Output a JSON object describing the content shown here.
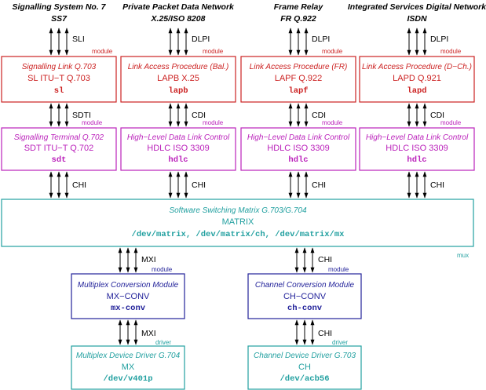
{
  "colors": {
    "red": "#cc2222",
    "magenta": "#bb22bb",
    "teal": "#22a0a0",
    "blue": "#22229a",
    "arrow": "#000000"
  },
  "headers": [
    {
      "title": "Signalling System No. 7",
      "subtitle": "SS7"
    },
    {
      "title": "Private Packet Data Network",
      "subtitle": "X.25/ISO 8208"
    },
    {
      "title": "Frame Relay",
      "subtitle": "FR Q.922"
    },
    {
      "title": "Integrated Services Digital Network",
      "subtitle": "ISDN"
    }
  ],
  "link_modules": [
    {
      "line1": "Signalling Link Q.703",
      "line2": "SL ITU−T Q.703",
      "code": "sl"
    },
    {
      "line1": "Link Access Procedure (Bal.)",
      "line2": "LAPB X.25",
      "code": "lapb"
    },
    {
      "line1": "Link Access Procedure (FR)",
      "line2": "LAPF Q.922",
      "code": "lapf"
    },
    {
      "line1": "Link Access Procedure (D−Ch.)",
      "line2": "LAPD Q.921",
      "code": "lapd"
    }
  ],
  "hdlc_modules": [
    {
      "line1": "Signalling Terminal Q.702",
      "line2": "SDT ITU−T Q.702",
      "code": "sdt"
    },
    {
      "line1": "High−Level Data Link Control",
      "line2": "HDLC ISO 3309",
      "code": "hdlc"
    },
    {
      "line1": "High−Level Data Link Control",
      "line2": "HDLC ISO 3309",
      "code": "hdlc"
    },
    {
      "line1": "High−Level Data Link Control",
      "line2": "HDLC ISO 3309",
      "code": "hdlc"
    }
  ],
  "interfaces_top": [
    {
      "name": "SLI",
      "tag": "module"
    },
    {
      "name": "DLPI",
      "tag": "module"
    },
    {
      "name": "DLPI",
      "tag": "module"
    },
    {
      "name": "DLPI",
      "tag": "module"
    }
  ],
  "interfaces_mid": [
    {
      "name": "SDTI",
      "tag": "module"
    },
    {
      "name": "CDI",
      "tag": "module"
    },
    {
      "name": "CDI",
      "tag": "module"
    },
    {
      "name": "CDI",
      "tag": "module"
    }
  ],
  "interfaces_chi": [
    "CHI",
    "CHI",
    "CHI",
    "CHI"
  ],
  "matrix": {
    "line1": "Software Switching Matrix G.703/G.704",
    "line2": "MATRIX",
    "code": "/dev/matrix, /dev/matrix/ch, /dev/matrix/mx",
    "tag": "mux"
  },
  "interfaces_lower": [
    {
      "name": "MXI",
      "tag": "module"
    },
    {
      "name": "CHI",
      "tag": "module"
    }
  ],
  "conversion_modules": [
    {
      "line1": "Multiplex Conversion Module",
      "line2": "MX−CONV",
      "code": "mx-conv"
    },
    {
      "line1": "Channel Conversion Module",
      "line2": "CH−CONV",
      "code": "ch-conv"
    }
  ],
  "interfaces_driver": [
    {
      "name": "MXI",
      "tag": "driver"
    },
    {
      "name": "CHI",
      "tag": "driver"
    }
  ],
  "drivers": [
    {
      "line1": "Multiplex Device Driver G.704",
      "line2": "MX",
      "code": "/dev/v401p"
    },
    {
      "line1": "Channel Device Driver G.703",
      "line2": "CH",
      "code": "/dev/acb56"
    }
  ]
}
